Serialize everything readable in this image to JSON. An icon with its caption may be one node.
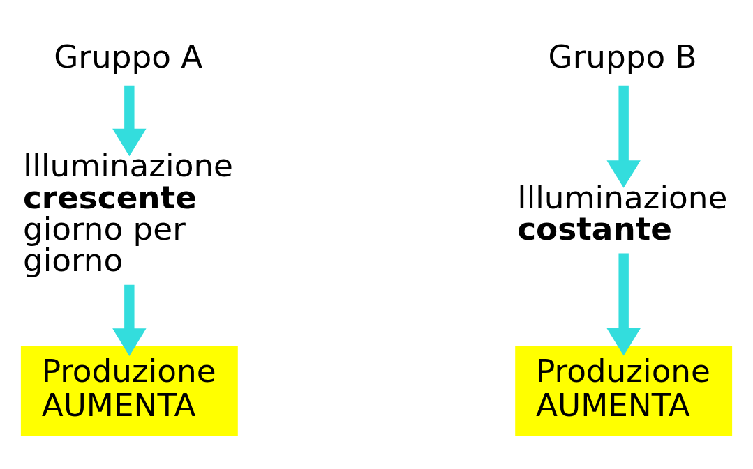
{
  "diagram": {
    "nodes": [
      {
        "text": [
          "Gruppo A"
        ]
      },
      {
        "text": [
          "Illuminazione **crescente** giorno per giorno"
        ]
      },
      {
        "text": [
          "Produzione AUMENTA"
        ]
      },
      {
        "text": [
          "Gruppo B"
        ]
      },
      {
        "text": [
          "Illuminazione **costante**"
        ]
      },
      {
        "text": [
          "Produzione AUMENTA"
        ]
      }
    ],
    "edges": [
      {
        "from": 0,
        "to": 1,
        "arrow": "to"
      },
      {
        "from": 1,
        "to": 2,
        "arrow": "to"
      },
      {
        "from": 3,
        "to": 4,
        "arrow": "to"
      },
      {
        "from": 4,
        "to": 5,
        "arrow": "to"
      }
    ]
  }
}
